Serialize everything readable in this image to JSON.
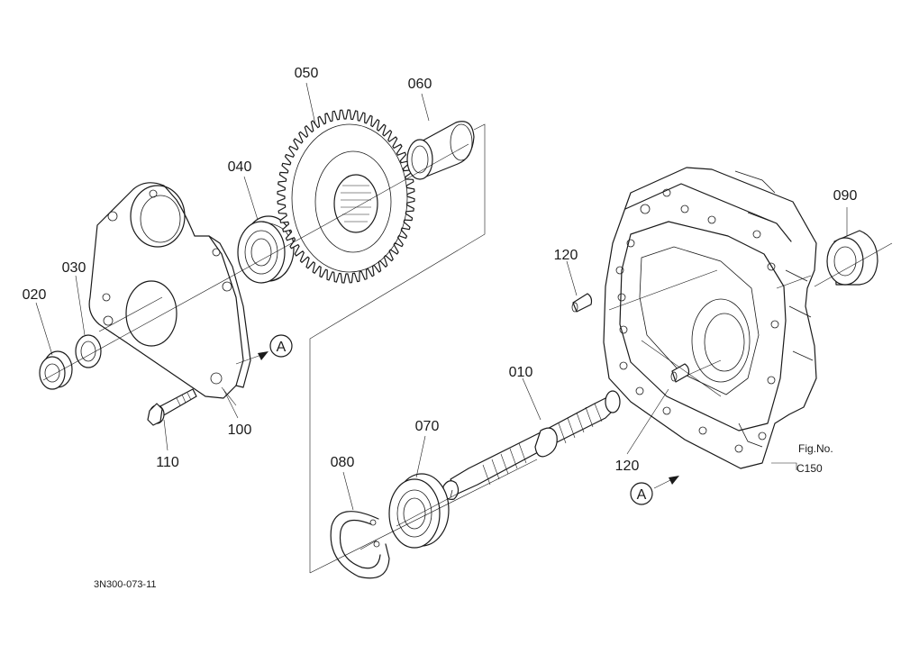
{
  "diagram": {
    "labels": {
      "p010": "010",
      "p020": "020",
      "p030": "030",
      "p040": "040",
      "p050": "050",
      "p060": "060",
      "p070": "070",
      "p080": "080",
      "p090": "090",
      "p100": "100",
      "p110": "110",
      "p120a": "120",
      "p120b": "120"
    },
    "ref_marker": "A",
    "fig_no_label": "Fig.No.",
    "fig_no_value": "C150",
    "drawing_code": "3N300-073-11"
  }
}
